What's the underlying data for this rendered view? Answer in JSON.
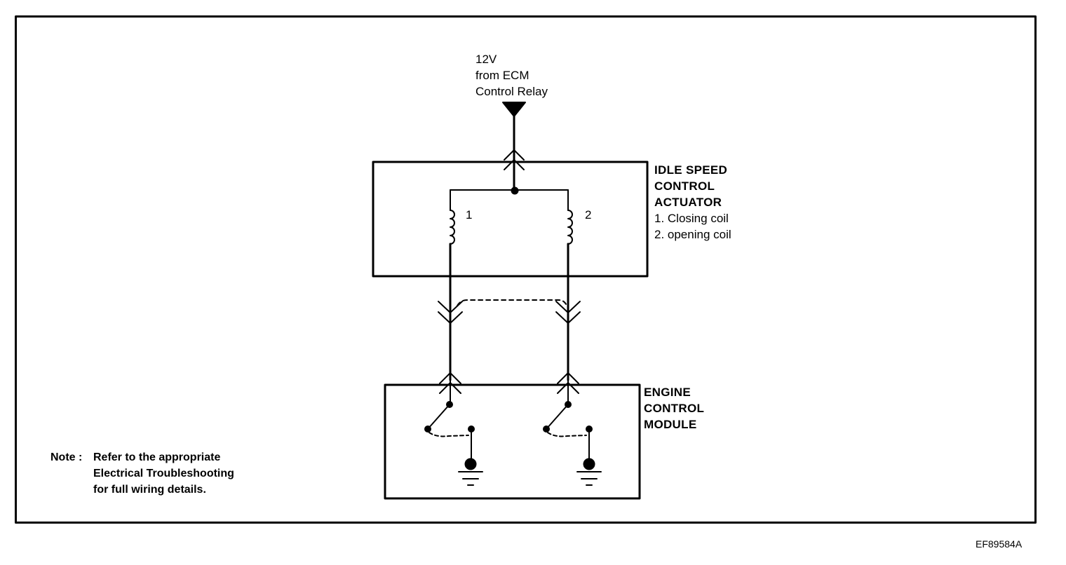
{
  "supply": {
    "voltage": "12V",
    "line2": "from ECM",
    "line3": "Control Relay"
  },
  "actuator": {
    "title_line1": "IDLE SPEED",
    "title_line2": "CONTROL",
    "title_line3": "ACTUATOR",
    "coil1_desc": "1. Closing coil",
    "coil2_desc": "2. opening coil",
    "coil1_num": "1",
    "coil2_num": "2"
  },
  "ecm": {
    "title_line1": "ENGINE",
    "title_line2": "CONTROL",
    "title_line3": "MODULE"
  },
  "note": {
    "label": "Note :",
    "line1": "Refer to the appropriate",
    "line2": "Electrical Troubleshooting",
    "line3": "for full wiring details."
  },
  "figure_id": "EF89584A"
}
